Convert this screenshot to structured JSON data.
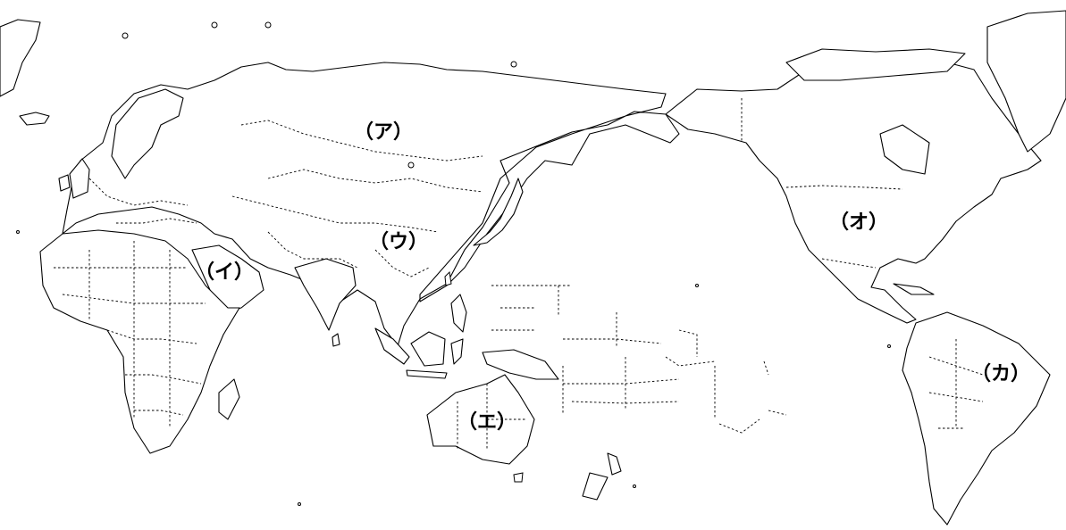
{
  "map": {
    "projection": "pacific-centered",
    "line_color": "#000000",
    "land_fill": "#ffffff",
    "labels": [
      {
        "id": "a",
        "text": "（ア）"
      },
      {
        "id": "i",
        "text": "（イ）"
      },
      {
        "id": "u",
        "text": "（ウ）"
      },
      {
        "id": "e",
        "text": "（エ）"
      },
      {
        "id": "o",
        "text": "（オ）"
      },
      {
        "id": "ka",
        "text": "（カ）"
      }
    ]
  }
}
